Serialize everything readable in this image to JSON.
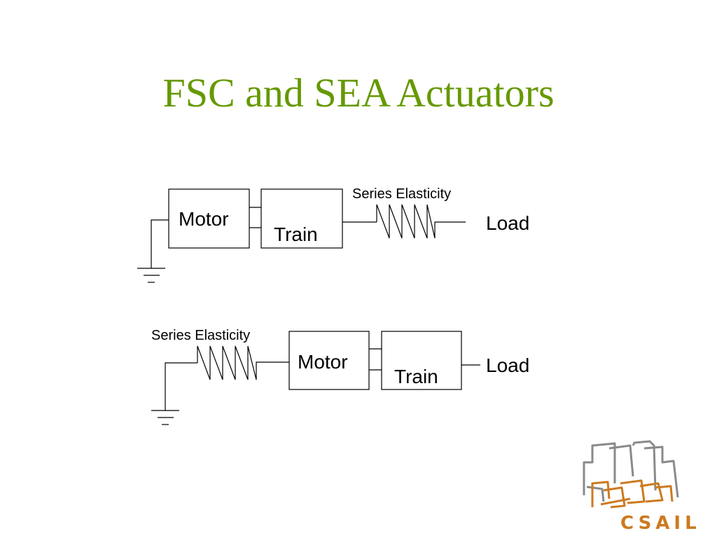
{
  "slide": {
    "title": "FSC and SEA Actuators"
  },
  "diagram_top": {
    "motor_label": "Motor",
    "train_label": "Train",
    "spring_label": "Series Elasticity",
    "load_label": "Load"
  },
  "diagram_bottom": {
    "spring_label": "Series Elasticity",
    "motor_label": "Motor",
    "train_label": "Train",
    "load_label": "Load"
  },
  "logo": {
    "text": "CSAIL",
    "color": "#cc7a1f"
  },
  "colors": {
    "title": "#669900"
  }
}
